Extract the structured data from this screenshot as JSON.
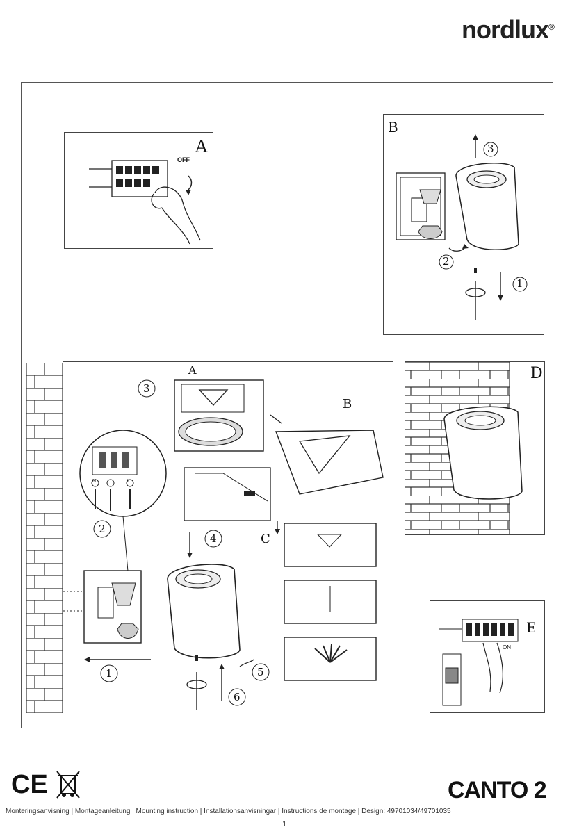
{
  "header": {
    "brand": "nordlux",
    "registered": "®"
  },
  "panels": {
    "a": {
      "letter": "A",
      "off_label": "OFF"
    },
    "b": {
      "letter": "B",
      "step1": "1",
      "step2": "2",
      "step3": "3"
    },
    "main": {
      "sub_a": "A",
      "sub_b": "B",
      "sub_c": "C",
      "step1": "1",
      "step2": "2",
      "step3": "3",
      "step4": "4",
      "step5": "5",
      "step6": "6",
      "wire_n": "N",
      "wire_l": "L"
    },
    "d": {
      "letter": "D"
    },
    "e": {
      "letter": "E",
      "on_label": "ON"
    }
  },
  "footer": {
    "marks": "CE",
    "product": "CANTO 2",
    "languages": "Monteringsanvisning | Montageanleitung | Mounting instruction | Installationsanvisningar | Instructions de montage | Design: 49701034/49701035",
    "page": "1"
  }
}
